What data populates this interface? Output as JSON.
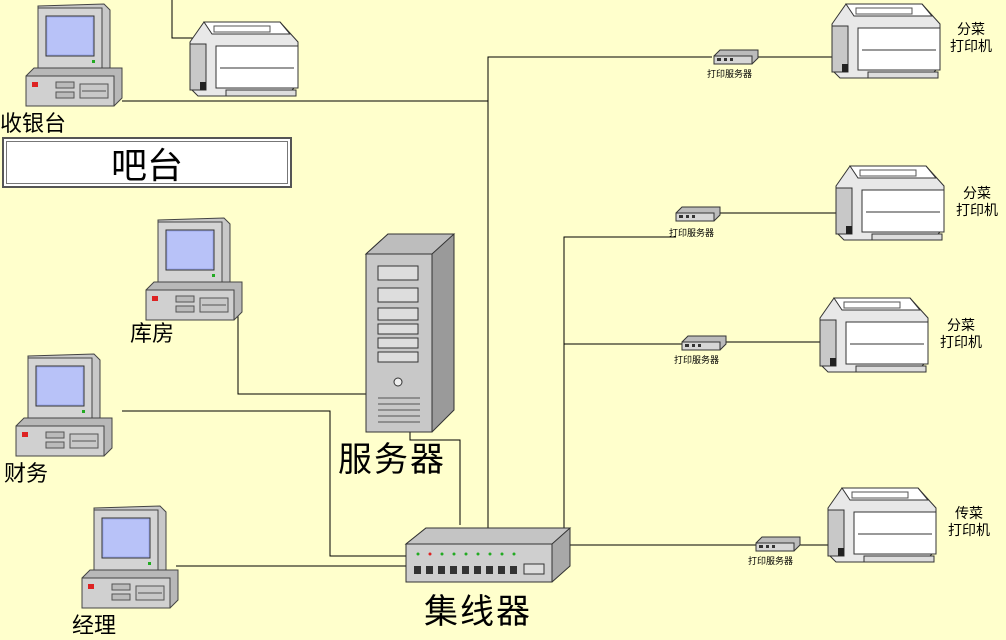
{
  "diagram": {
    "cashier_label": "收银台",
    "bar_label": "吧台",
    "warehouse_label": "库房",
    "finance_label": "财务",
    "manager_label": "经理",
    "server_label": "服务器",
    "hub_label": "集线器",
    "print_server_label": "打印服务器",
    "printers": [
      {
        "line1": "分菜",
        "line2": "打印机"
      },
      {
        "line1": "分菜",
        "line2": "打印机"
      },
      {
        "line1": "分菜",
        "line2": "打印机"
      },
      {
        "line1": "传菜",
        "line2": "打印机"
      }
    ]
  }
}
